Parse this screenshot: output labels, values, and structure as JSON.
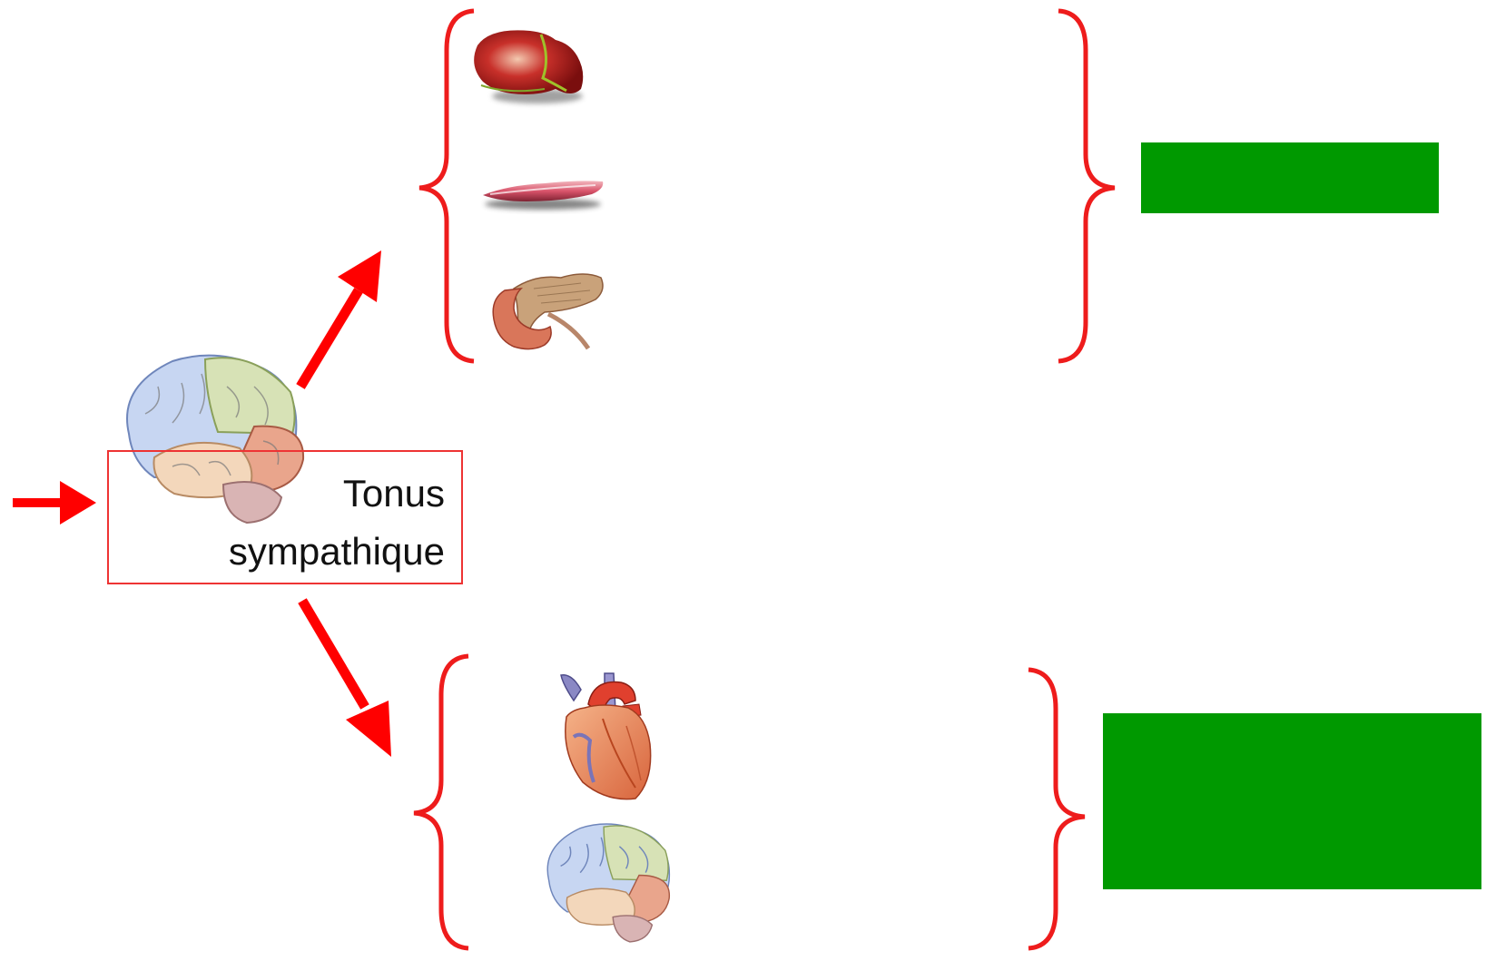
{
  "diagram": {
    "colors": {
      "arrow": "#ff0000",
      "brace": "#ee1c1c",
      "box_border": "#ee3333",
      "green_block": "#009900"
    },
    "tonus_box": {
      "line1": "Tonus",
      "line2": "sympathique"
    },
    "top_group": {
      "icons": [
        "liver-icon",
        "muscle-icon",
        "pancreas-icon"
      ]
    },
    "bottom_group": {
      "icons": [
        "heart-icon",
        "brain-icon"
      ]
    },
    "green_blocks": [
      "top-result",
      "bottom-result"
    ]
  }
}
